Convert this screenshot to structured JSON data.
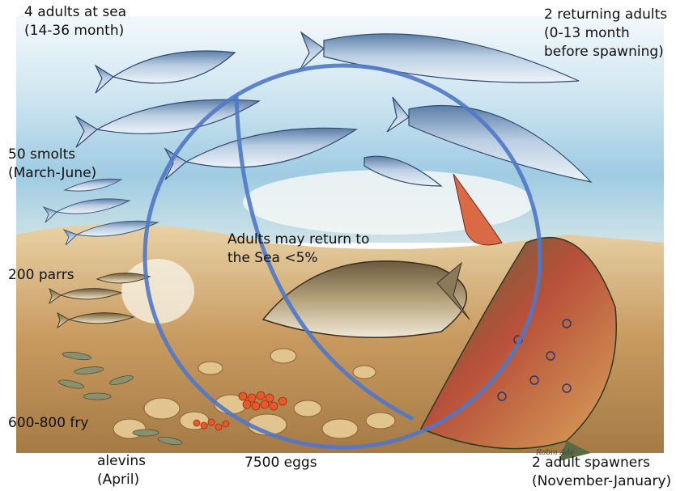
{
  "labels": {
    "adults_at_sea": {
      "line1": "4 adults at sea",
      "line2": "(14-36 month)"
    },
    "returning_adults": {
      "line1": "2 returning adults",
      "line2": "(0-13 month",
      "line3": "before spawning)"
    },
    "smolts": {
      "line1": "50 smolts",
      "line2": "(March-June)"
    },
    "parrs": {
      "line1": "200 parrs"
    },
    "fry": {
      "line1": "600-800 fry"
    },
    "alevins": {
      "line1": "alevins",
      "line2": "(April)"
    },
    "eggs": {
      "line1": "7500 eggs"
    },
    "spawners": {
      "line1": "2 adult spawners",
      "line2": "(November-January)"
    },
    "return_note": {
      "line1": "Adults may return to",
      "line2": "the Sea <5%"
    }
  },
  "signature": "Robin Ade",
  "colors": {
    "cycle_ring": "#4f78c8",
    "water_light": "#dbeef6",
    "water_deep": "#8fc3df",
    "gravel": "#c9a36a",
    "salmon_silver": "#9fb6cf",
    "spawner_red": "#b8503a"
  }
}
